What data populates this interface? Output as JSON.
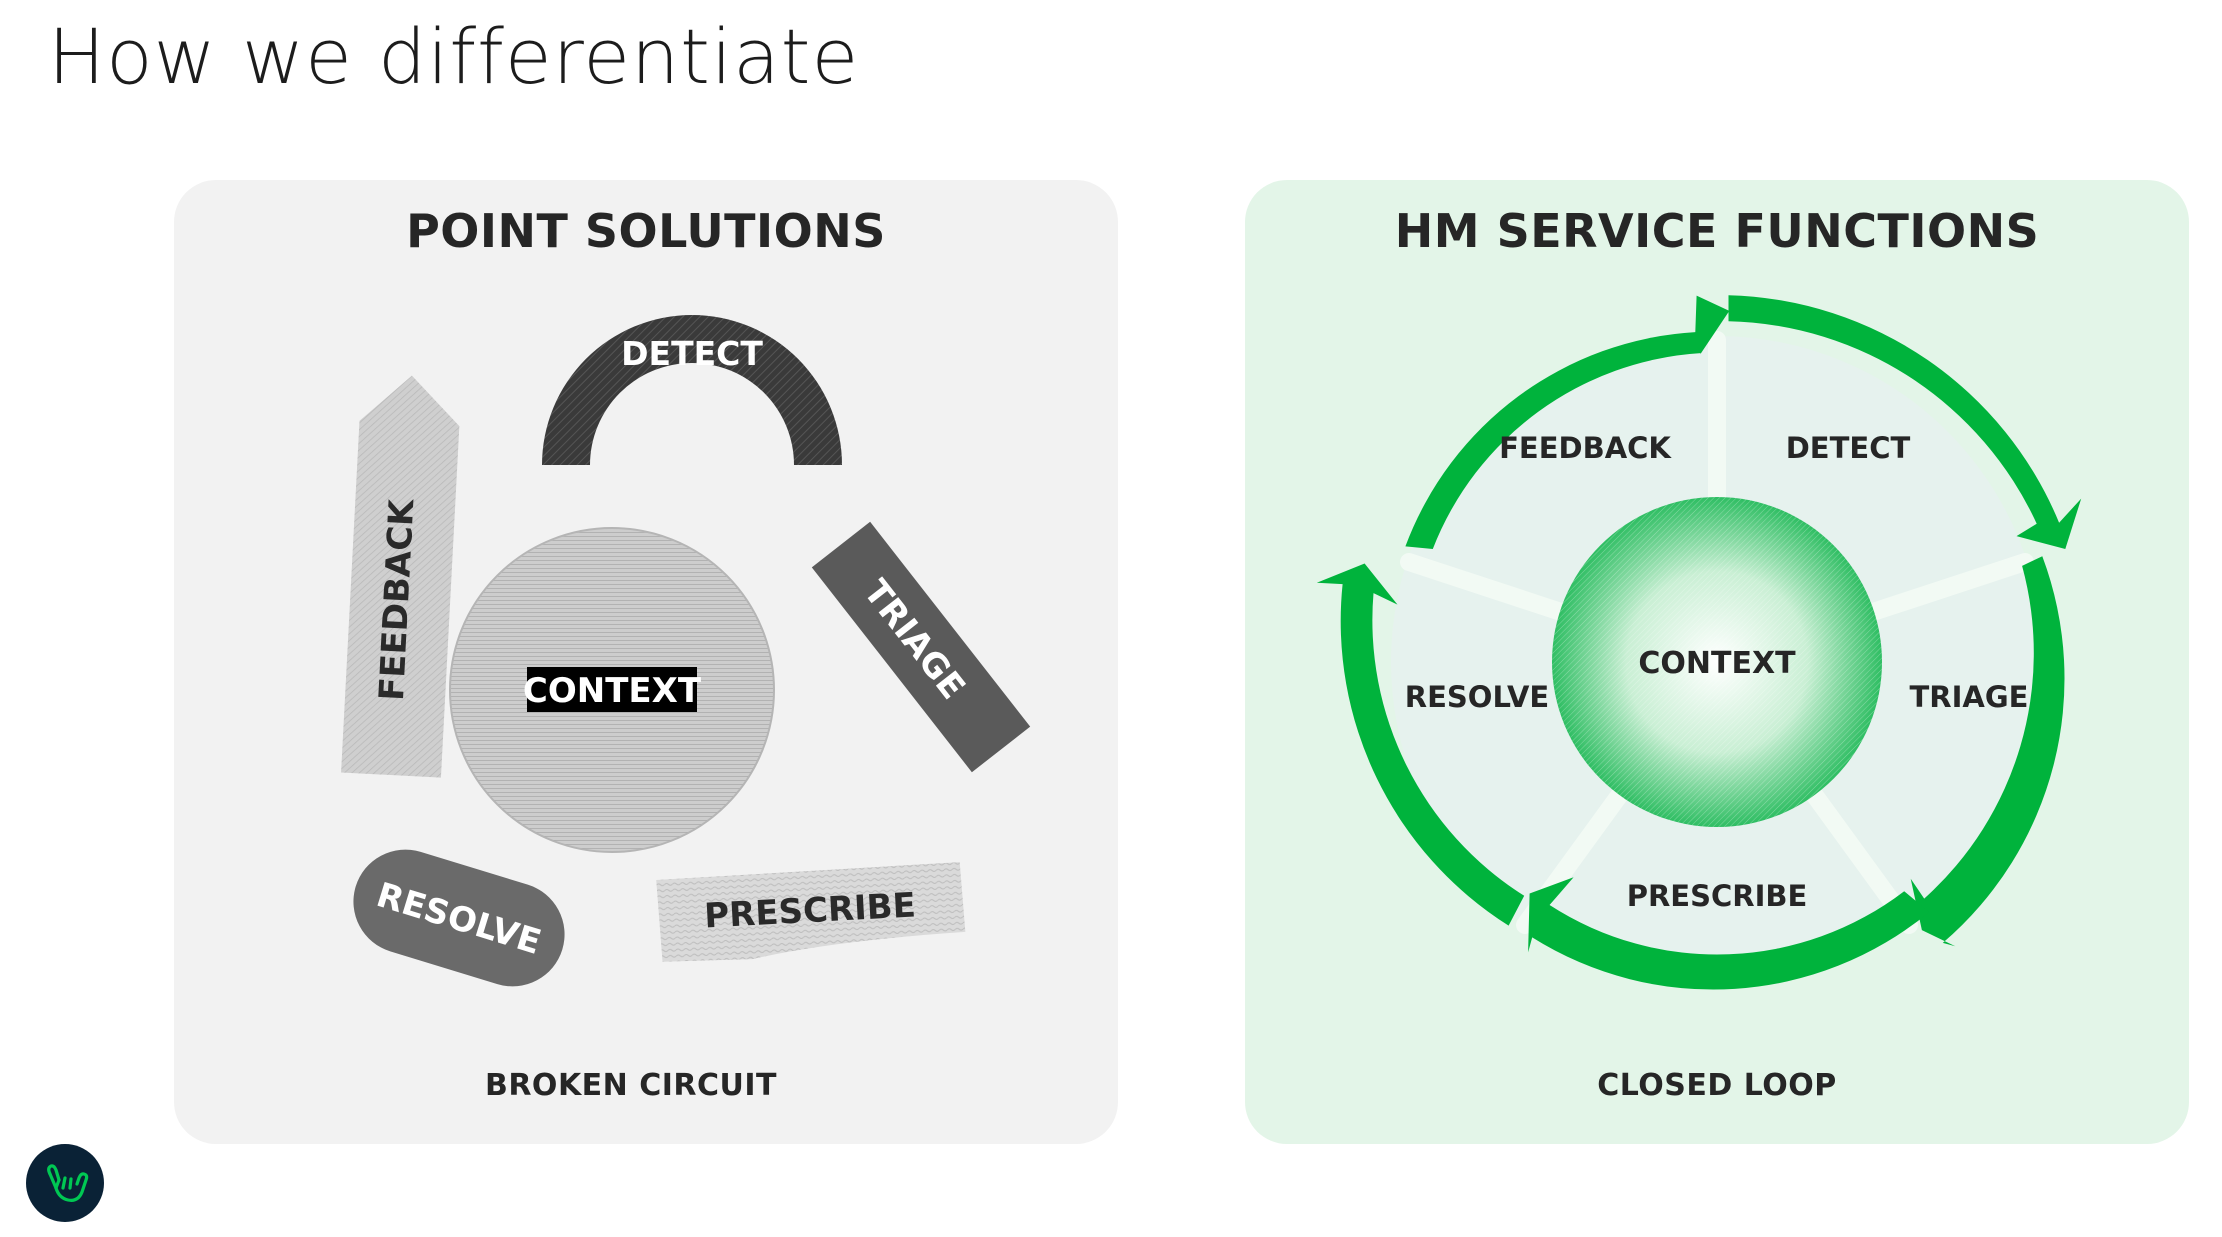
{
  "page": {
    "title": "How we differentiate"
  },
  "left_panel": {
    "heading": "POINT SOLUTIONS",
    "caption": "BROKEN CIRCUIT",
    "pieces": {
      "detect": "DETECT",
      "feedback": "FEEDBACK",
      "context": "CONTEXT",
      "triage": "TRIAGE",
      "resolve": "RESOLVE",
      "prescribe": "PRESCRIBE"
    }
  },
  "right_panel": {
    "heading": "HM SERVICE FUNCTIONS",
    "caption": "CLOSED LOOP",
    "segments": {
      "feedback": "FEEDBACK",
      "detect": "DETECT",
      "triage": "TRIAGE",
      "prescribe": "PRESCRIBE",
      "resolve": "RESOLVE"
    },
    "center": "CONTEXT"
  },
  "colors": {
    "accent_green": "#00b33c",
    "left_panel_bg": "#f2f2f2",
    "right_panel_bg": "#e3f5e8",
    "logo_bg": "#0a2236",
    "logo_fg": "#00c853"
  },
  "icons": {
    "logo": "shaka-hand-icon"
  }
}
